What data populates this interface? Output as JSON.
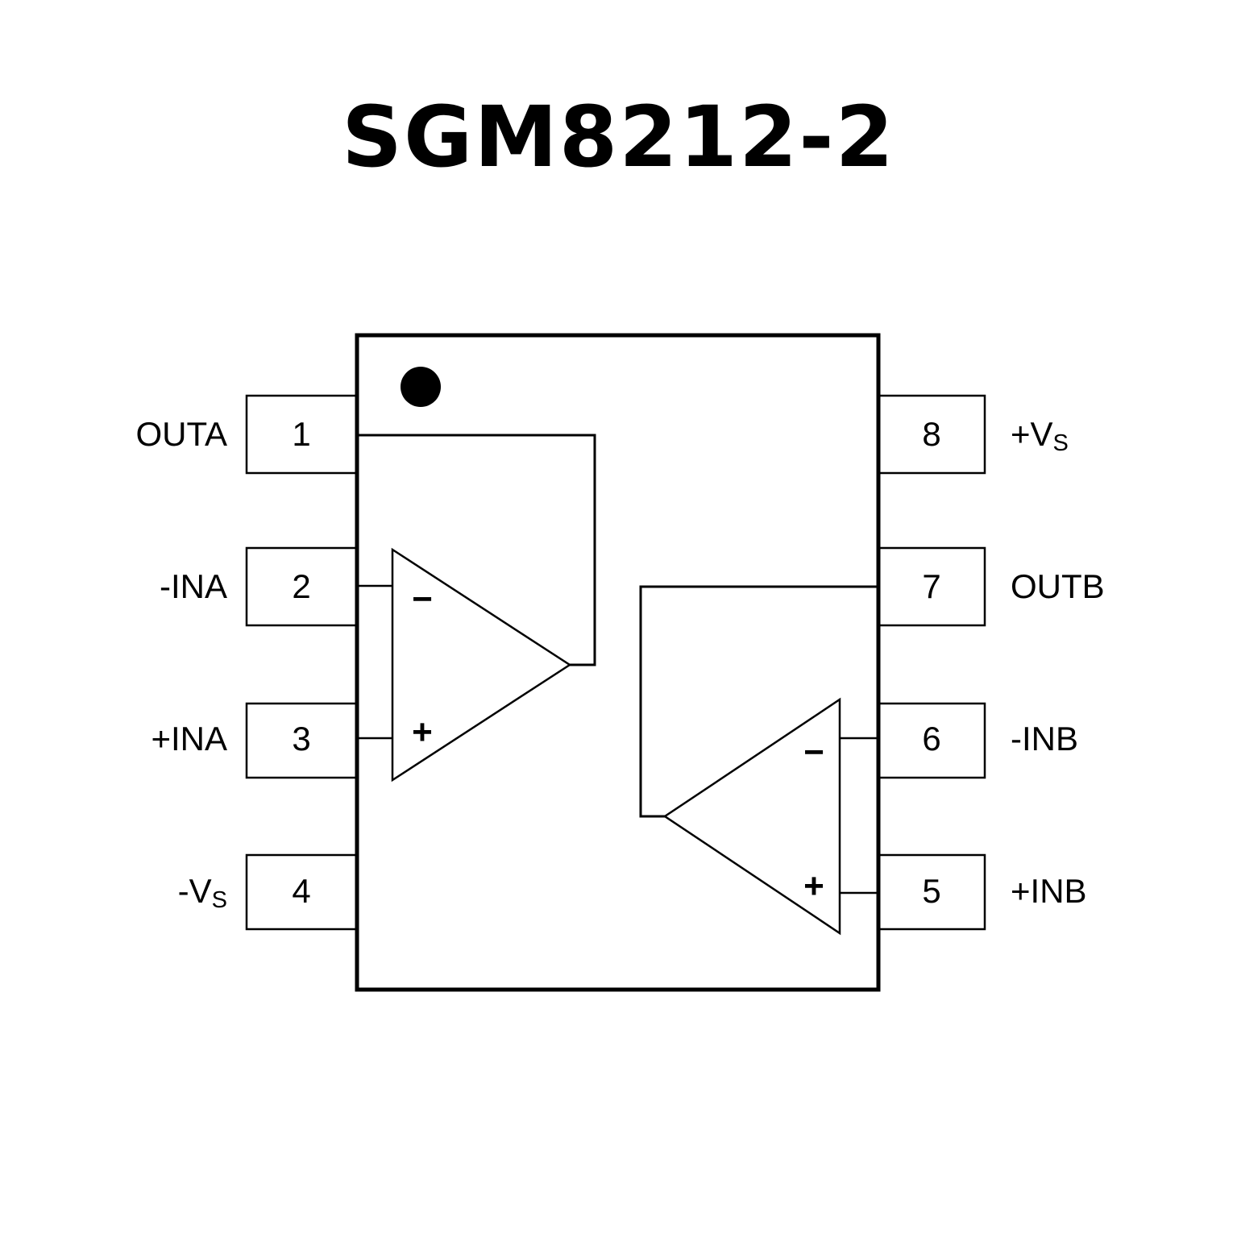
{
  "title": "SGM8212-2",
  "package": {
    "pin1_marker": "dot",
    "pins": [
      {
        "number": "1",
        "label": "OUTA",
        "side": "left"
      },
      {
        "number": "2",
        "label": "-INA",
        "side": "left"
      },
      {
        "number": "3",
        "label": "+INA",
        "side": "left"
      },
      {
        "number": "4",
        "label": "-V",
        "label_sub": "S",
        "side": "left"
      },
      {
        "number": "5",
        "label": "+INB",
        "side": "right"
      },
      {
        "number": "6",
        "label": "-INB",
        "side": "right"
      },
      {
        "number": "7",
        "label": "OUTB",
        "side": "right"
      },
      {
        "number": "8",
        "label": "+V",
        "label_sub": "S",
        "side": "right"
      }
    ]
  },
  "amplifiers": [
    {
      "name": "A",
      "inverting_sign": "−",
      "noninverting_sign": "+",
      "inverting_pin": "2",
      "noninverting_pin": "3",
      "output_pin": "1"
    },
    {
      "name": "B",
      "inverting_sign": "−",
      "noninverting_sign": "+",
      "inverting_pin": "6",
      "noninverting_pin": "5",
      "output_pin": "7"
    }
  ]
}
